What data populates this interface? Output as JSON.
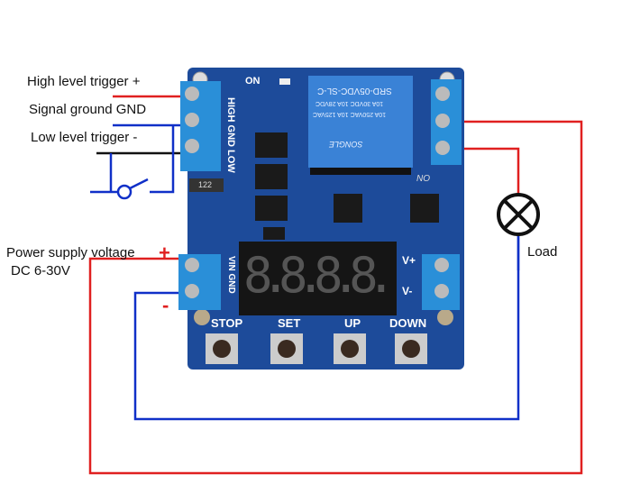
{
  "labels": {
    "high_trigger": "High level trigger +",
    "signal_gnd": "Signal ground GND",
    "low_trigger": "Low level trigger -",
    "power_supply": "Power supply voltage",
    "power_range": "DC 6-30V",
    "plus": "+",
    "minus": "-",
    "load": "Load"
  },
  "board": {
    "input_terminal_label": "HIGH GND LOW",
    "power_terminal_label": "VIN GND",
    "output_plus": "V+",
    "output_minus": "V-",
    "led_label": "ON",
    "no_label": "NO",
    "relay_model": "SRD-05VDC-SL-C",
    "relay_brand": "SONGLE",
    "relay_rating_1": "10A 250VAC  10A 125VAC",
    "relay_rating_2": "10A 30VDC  10A 28VDC",
    "resistor": "122",
    "display": "8.8.8.8.",
    "buttons": [
      "STOP",
      "SET",
      "UP",
      "DOWN"
    ]
  },
  "colors": {
    "board": "#1d4b9a",
    "terminal": "#2a8fd8",
    "wire_red": "#e02020",
    "wire_blue": "#1030c8"
  }
}
